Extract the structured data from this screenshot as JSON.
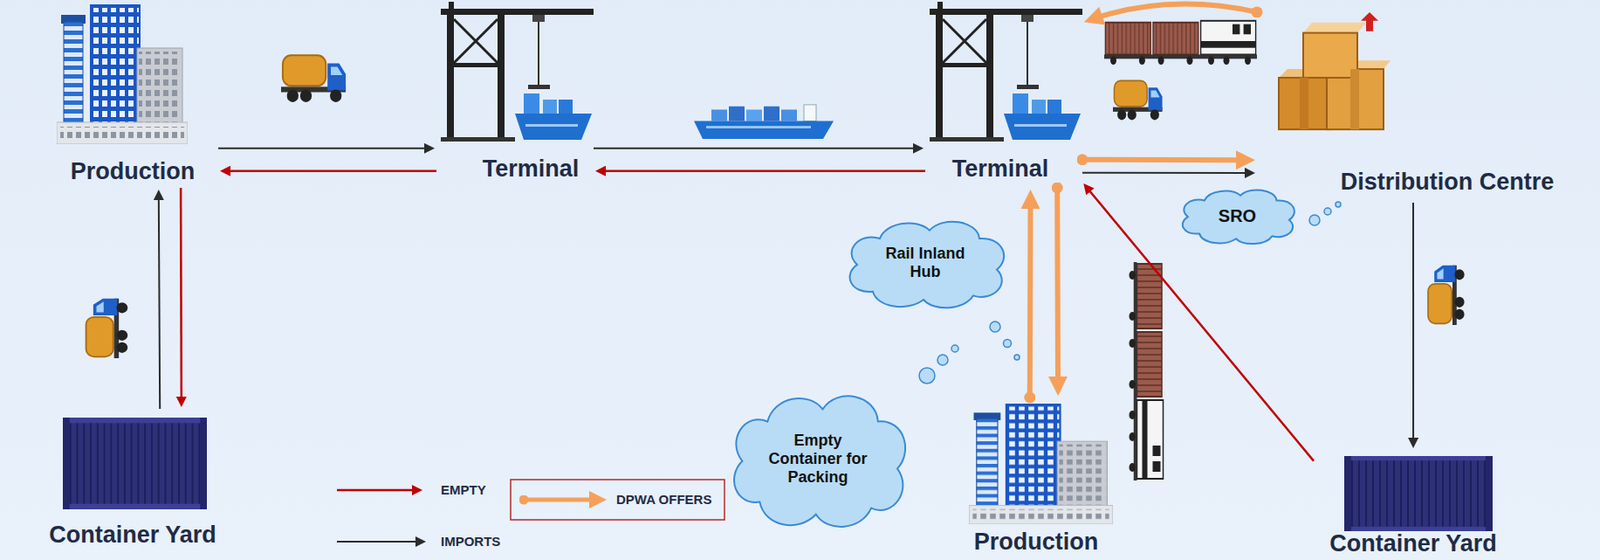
{
  "diagram": {
    "nodes": [
      {
        "text": [
          "Production"
        ]
      },
      {
        "text": [
          "Terminal"
        ]
      },
      {
        "text": [
          "Terminal"
        ]
      },
      {
        "text": [
          "Distribution Centre"
        ]
      },
      {
        "text": [
          "SRO"
        ]
      },
      {
        "text": [
          "Rail Inland Hub"
        ]
      },
      {
        "text": [
          "Empty Container for Packing"
        ]
      },
      {
        "text": [
          "Production"
        ]
      },
      {
        "text": [
          "Container Yard"
        ]
      },
      {
        "text": [
          "Container Yard"
        ]
      }
    ],
    "edges": [
      {
        "from": 0,
        "to": 1,
        "arrow": "to"
      },
      {
        "from": 1,
        "to": 0,
        "arrow": "to"
      },
      {
        "from": 1,
        "to": 2,
        "arrow": "to"
      },
      {
        "from": 2,
        "to": 1,
        "arrow": "to"
      },
      {
        "from": 8,
        "to": 0,
        "arrow": "to"
      },
      {
        "from": 0,
        "to": 8,
        "arrow": "to"
      },
      {
        "from": 2,
        "to": 3,
        "arrow": "to"
      },
      {
        "from": 2,
        "to": 3,
        "arrow": "to"
      },
      {
        "from": 3,
        "to": 2,
        "arrow": "to"
      },
      {
        "from": 3,
        "to": 9,
        "arrow": "to"
      },
      {
        "from": 9,
        "to": 2,
        "arrow": "to"
      },
      {
        "from": 7,
        "to": 2,
        "arrow": "to"
      },
      {
        "from": 2,
        "to": 7,
        "arrow": "to"
      }
    ],
    "legend": [
      {
        "text": "EMPTY"
      },
      {
        "text": "IMPORTS"
      },
      {
        "text": "DPWA OFFERS"
      }
    ]
  }
}
